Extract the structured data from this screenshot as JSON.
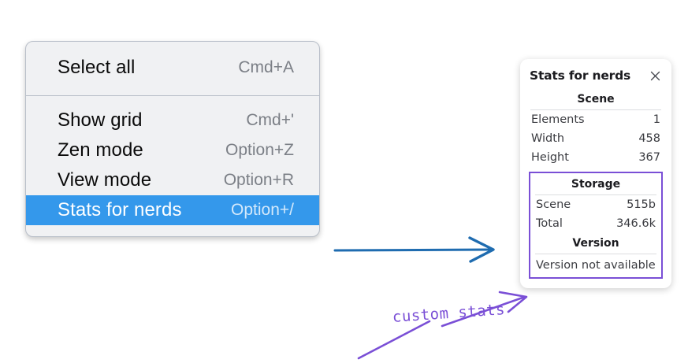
{
  "context_menu": {
    "name": "canvas-context-menu",
    "groups": [
      {
        "items": [
          {
            "label": "Select all",
            "shortcut": "Cmd+A",
            "selected": false
          }
        ]
      },
      {
        "items": [
          {
            "label": "Show grid",
            "shortcut": "Cmd+'",
            "selected": false
          },
          {
            "label": "Zen mode",
            "shortcut": "Option+Z",
            "selected": false
          },
          {
            "label": "View mode",
            "shortcut": "Option+R",
            "selected": false
          },
          {
            "label": "Stats for nerds",
            "shortcut": "Option+/",
            "selected": true
          }
        ]
      }
    ],
    "highlight_color": "#3498eb",
    "background_color": "#f0f1f3"
  },
  "stats_panel": {
    "title": "Stats for nerds",
    "close_icon": "close-icon",
    "sections": [
      {
        "heading": "Scene",
        "boxed": false,
        "rows": [
          {
            "key": "Elements",
            "value": "1"
          },
          {
            "key": "Width",
            "value": "458"
          },
          {
            "key": "Height",
            "value": "367"
          }
        ]
      },
      {
        "heading": "Storage",
        "boxed": true,
        "rows": [
          {
            "key": "Scene",
            "value": "515b"
          },
          {
            "key": "Total",
            "value": "346.6k"
          }
        ]
      },
      {
        "heading": "Version",
        "boxed": true,
        "full_row": "Version not available"
      }
    ],
    "highlight_box_color": "#7a4fd6"
  },
  "annotations": {
    "blue_arrow": {
      "name": "blue-flow-arrow",
      "color": "#1f6cb0"
    },
    "purple_arrow": {
      "name": "purple-pointer-arrow",
      "color": "#7a4fd6"
    },
    "purple_underline": {
      "name": "purple-underline-stroke",
      "color": "#7a4fd6"
    },
    "label": "custom stats",
    "label_color": "#7a4fd6"
  }
}
